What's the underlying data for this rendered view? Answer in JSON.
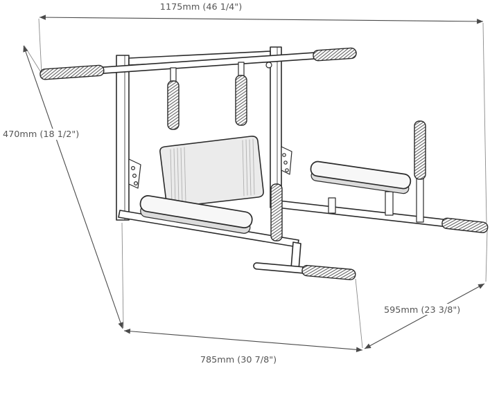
{
  "diagram": {
    "dimensions": {
      "top_width": "1175mm (46 1/4\")",
      "left_height": "470mm (18 1/2\")",
      "right_depth": "595mm (23 3/8\")",
      "bottom_depth": "785mm (30 7/8\")"
    },
    "colors": {
      "structure_line": "#2a2a2a",
      "dimension_line": "#4a4a4a",
      "dimension_text": "#555555",
      "backrest_fill": "#ebebeb",
      "pad_fill": "#f7f7f7",
      "background": "#ffffff"
    }
  }
}
